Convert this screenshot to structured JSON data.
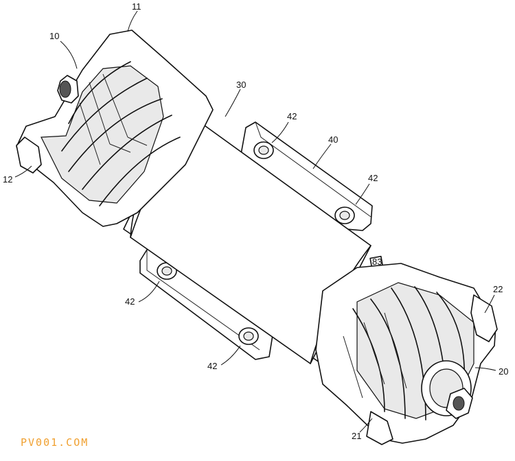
{
  "labels": {
    "l10": "10",
    "l11": "11",
    "l12": "12",
    "l20": "20",
    "l21": "21",
    "l22": "22",
    "l30": "30",
    "l40": "40",
    "l42a": "42",
    "l42b": "42",
    "l42c": "42",
    "l42d": "42"
  },
  "watermark": "PV001.COM"
}
